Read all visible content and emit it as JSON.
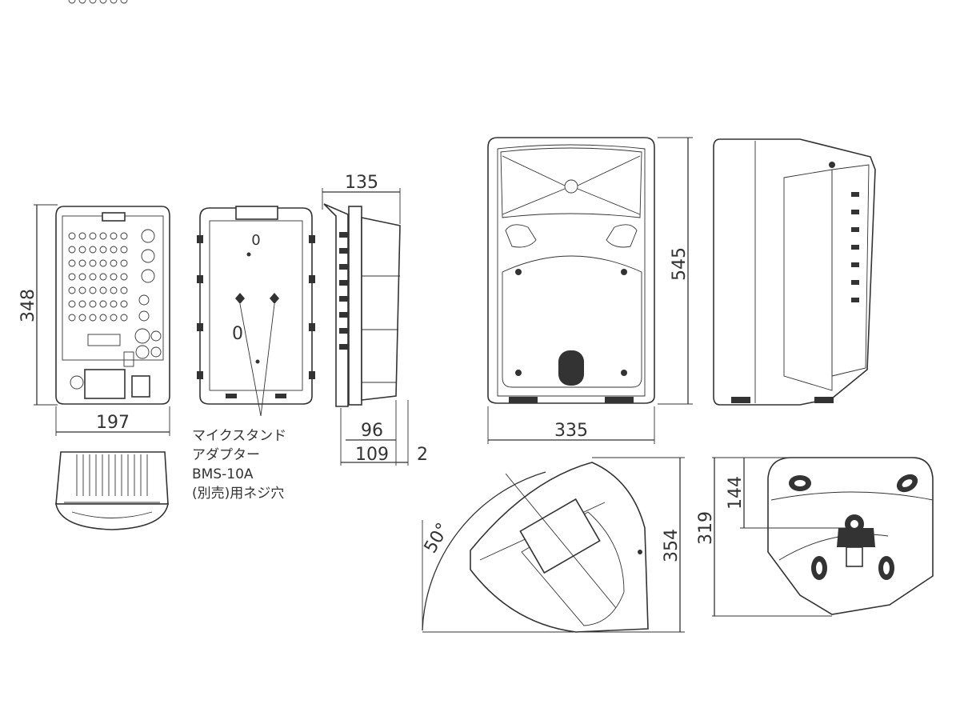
{
  "dimensions": {
    "mixer_height": "348",
    "mixer_width": "197",
    "side_depth_top": "135",
    "side_depth_96": "96",
    "side_depth_109": "109",
    "side_offset_2": "2",
    "speaker_height": "545",
    "speaker_width": "335",
    "angle": "50°",
    "monitor_height": "354",
    "bottom_144": "144",
    "bottom_319": "319"
  },
  "rear_panel_marks": {
    "top_mark": "0",
    "mid_mark": "0"
  },
  "note_lines": [
    "マイクスタンド",
    "アダプター",
    "BMS-10A",
    "(別売)用ネジ穴"
  ]
}
